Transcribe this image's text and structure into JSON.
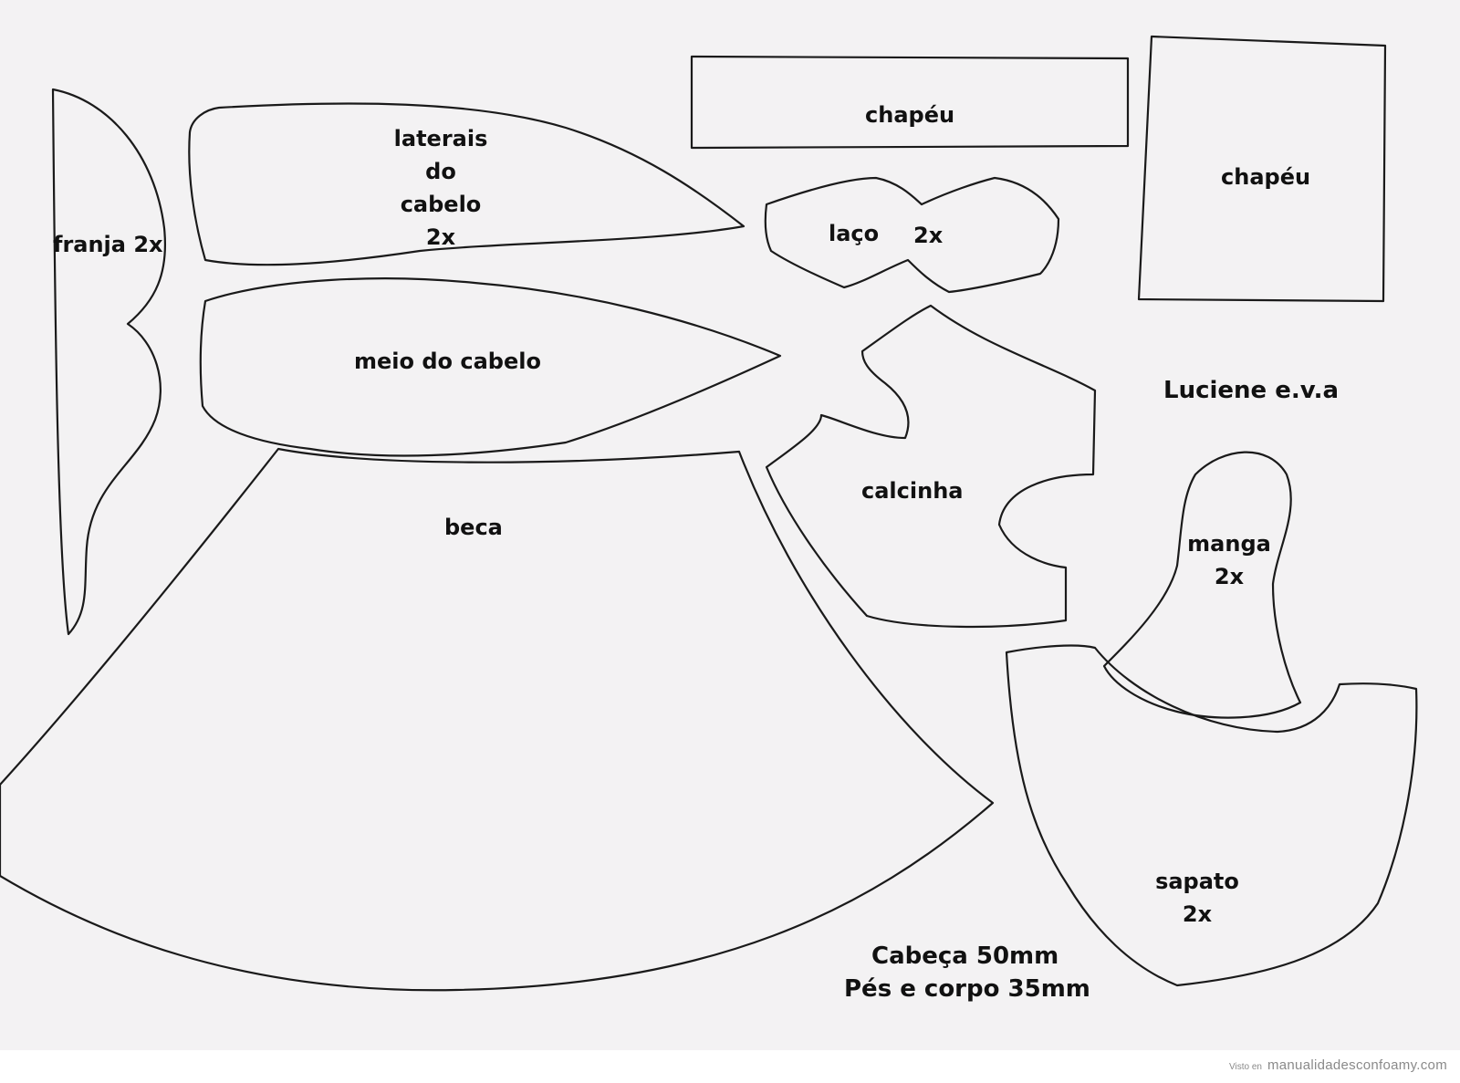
{
  "pieces": {
    "franja": "franja 2x",
    "laterais": [
      "laterais",
      "do",
      "cabelo",
      "2x"
    ],
    "meio": "meio do cabelo",
    "beca": "beca",
    "chapeu_strip": "chapéu",
    "chapeu_square": "chapéu",
    "laco": "laço",
    "laco_count": "2x",
    "calcinha": "calcinha",
    "manga": [
      "manga",
      "2x"
    ],
    "sapato": [
      "sapato",
      "2x"
    ]
  },
  "author": "Luciene e.v.a",
  "sizes": {
    "head": "Cabeça 50mm",
    "body": "Pés e corpo 35mm"
  },
  "footer": {
    "prefix": "Visto en",
    "site": "manualidadesconfoamy.com"
  }
}
